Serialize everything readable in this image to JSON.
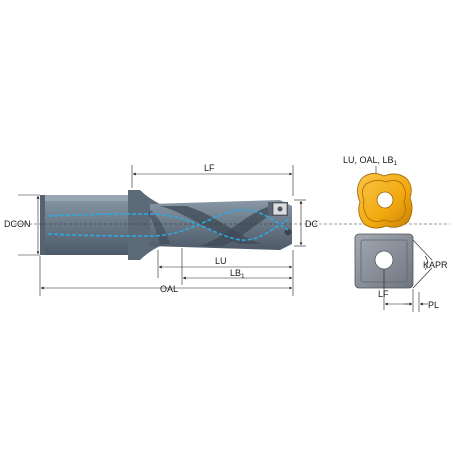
{
  "labels": {
    "lf": "LF",
    "dcon": "DCON",
    "dc": "DC",
    "lu": "LU",
    "lb_main": "LB",
    "lb_sub": "1",
    "oal": "OAL",
    "insert_top_main": "LU, OAL, LB",
    "insert_top_sub": "1",
    "kapr": "KAPR",
    "lf_insert": "LF",
    "pl": "PL"
  },
  "colors": {
    "body": "#6d7c8a",
    "body_dark": "#4d5966",
    "coolant": "#2fa8e0",
    "insert_gold": "#f2a90f",
    "insert_gold_dark": "#c67f06",
    "insert_grey": "#8a9099"
  }
}
